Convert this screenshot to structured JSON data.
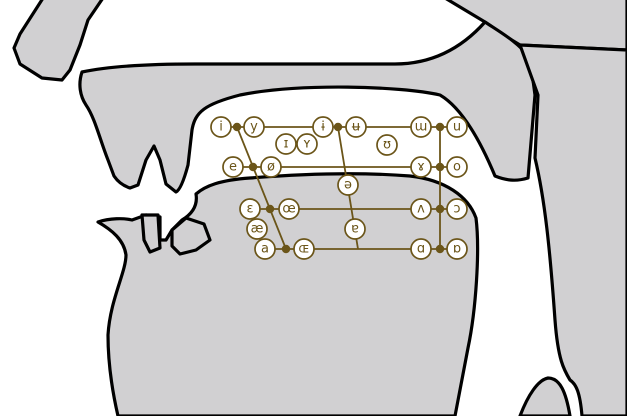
{
  "colors": {
    "accent": "#6b5519",
    "tissue": "#d1d0d2",
    "outline": "#000000"
  },
  "symbols": {
    "close_front_unrounded": "i",
    "close_front_rounded": "y",
    "near_close_front_unrounded": "ɪ",
    "near_close_front_rounded": "ʏ",
    "close_central_unrounded": "ɨ",
    "close_central_rounded": "ʉ",
    "close_back_unrounded": "ɯ",
    "close_back_rounded": "u",
    "near_close_back_rounded": "ʊ",
    "close_mid_front_unrounded": "e",
    "close_mid_front_rounded": "ø",
    "close_mid_back_unrounded": "ɤ",
    "close_mid_back_rounded": "o",
    "mid_central": "ə",
    "open_mid_front_unrounded": "ɛ",
    "open_mid_front_rounded": "œ",
    "open_mid_back_unrounded": "ʌ",
    "open_mid_back_rounded": "ɔ",
    "near_open_front_unrounded": "æ",
    "near_open_central": "ɐ",
    "open_front_unrounded": "a",
    "open_front_rounded": "ɶ",
    "open_back_unrounded": "ɑ",
    "open_back_rounded": "ɒ"
  }
}
